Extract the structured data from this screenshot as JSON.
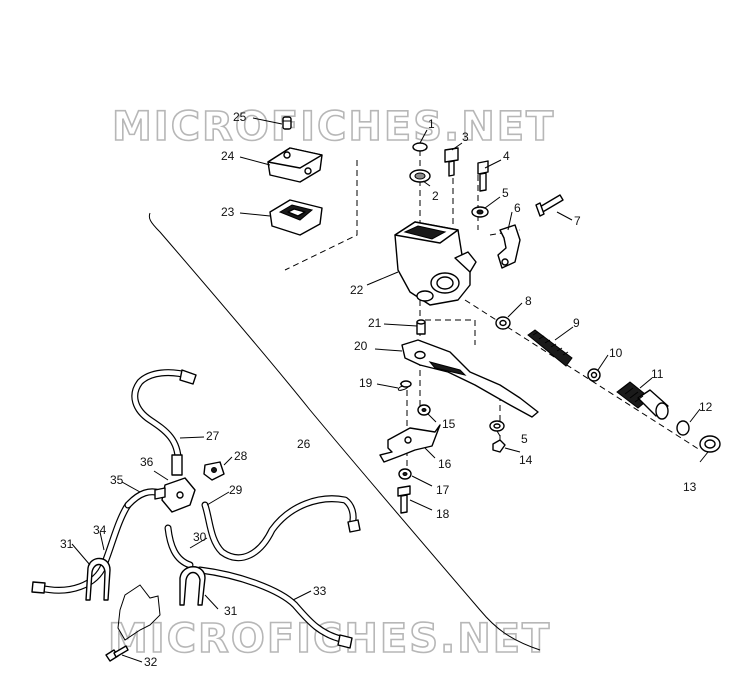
{
  "watermark": {
    "top": "MICROFICHES.NET",
    "bottom": "MICROFICHES.NET"
  },
  "callouts": [
    {
      "id": "1",
      "label": "1"
    },
    {
      "id": "2",
      "label": "2"
    },
    {
      "id": "3",
      "label": "3"
    },
    {
      "id": "4",
      "label": "4"
    },
    {
      "id": "5a",
      "label": "5"
    },
    {
      "id": "5b",
      "label": "5"
    },
    {
      "id": "6",
      "label": "6"
    },
    {
      "id": "7",
      "label": "7"
    },
    {
      "id": "8",
      "label": "8"
    },
    {
      "id": "9",
      "label": "9"
    },
    {
      "id": "10",
      "label": "10"
    },
    {
      "id": "11",
      "label": "11"
    },
    {
      "id": "12",
      "label": "12"
    },
    {
      "id": "13",
      "label": "13"
    },
    {
      "id": "14",
      "label": "14"
    },
    {
      "id": "15",
      "label": "15"
    },
    {
      "id": "16",
      "label": "16"
    },
    {
      "id": "17",
      "label": "17"
    },
    {
      "id": "18",
      "label": "18"
    },
    {
      "id": "19",
      "label": "19"
    },
    {
      "id": "20",
      "label": "20"
    },
    {
      "id": "21",
      "label": "21"
    },
    {
      "id": "22",
      "label": "22"
    },
    {
      "id": "23",
      "label": "23"
    },
    {
      "id": "24",
      "label": "24"
    },
    {
      "id": "25",
      "label": "25"
    },
    {
      "id": "26",
      "label": "26"
    },
    {
      "id": "27",
      "label": "27"
    },
    {
      "id": "28",
      "label": "28"
    },
    {
      "id": "29",
      "label": "29"
    },
    {
      "id": "30",
      "label": "30"
    },
    {
      "id": "31a",
      "label": "31"
    },
    {
      "id": "31b",
      "label": "31"
    },
    {
      "id": "32",
      "label": "32"
    },
    {
      "id": "33",
      "label": "33"
    },
    {
      "id": "34",
      "label": "34"
    },
    {
      "id": "35",
      "label": "35"
    },
    {
      "id": "36",
      "label": "36"
    }
  ]
}
